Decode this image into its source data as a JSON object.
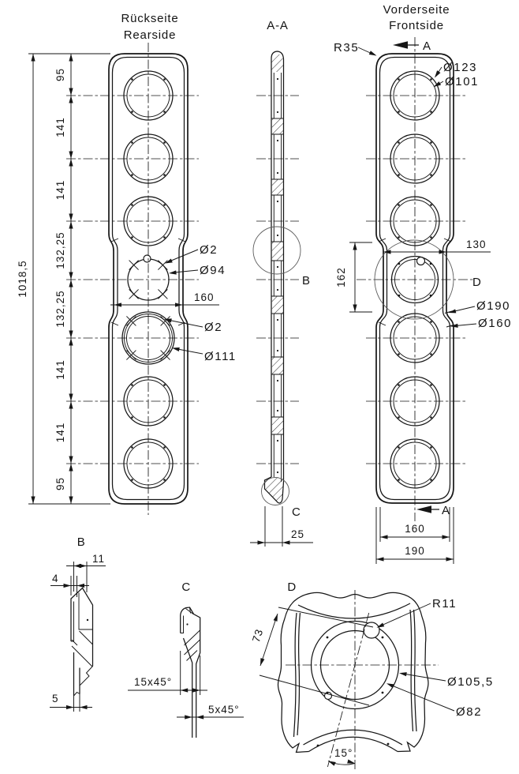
{
  "rear_view": {
    "title_de": "Rückseite",
    "title_en": "Rearside",
    "total_height": "1018,5",
    "chain": {
      "s1": "95",
      "s2": "141",
      "s3": "141",
      "s4": "132,25",
      "s5": "132,25",
      "s6": "141",
      "s7": "141",
      "s8": "95"
    },
    "width_dim": "160",
    "callout_pin_top": "Ø2",
    "callout_center_bore": "Ø94",
    "callout_pin_bottom": "Ø2",
    "callout_lower_bore": "Ø111"
  },
  "section_view": {
    "title": "A-A",
    "detail_b_marker": "B",
    "detail_c_marker": "C",
    "thickness_dim": "25"
  },
  "front_view": {
    "title_de": "Vorderseite",
    "title_en": "Frontside",
    "corner_radius": "R35",
    "section_label_top": "A",
    "section_label_bottom": "A",
    "callout_ring_outer": "Ø123",
    "callout_ring_inner": "Ø101",
    "waist_width": "130",
    "waist_height": "162",
    "detail_d_marker": "D",
    "callout_boss_outer": "Ø190",
    "callout_boss_inner": "Ø160",
    "width_inner": "160",
    "width_outer": "190"
  },
  "detail_b": {
    "title": "B",
    "dim_width": "11",
    "dim_flange": "4",
    "dim_stem": "5"
  },
  "detail_c": {
    "title": "C",
    "chamfer_large": "15x45°",
    "chamfer_small": "5x45°"
  },
  "detail_d": {
    "title": "D",
    "radius": "R11",
    "distance": "73",
    "bore_outer": "Ø105,5",
    "bore_inner": "Ø82",
    "angle": "15°"
  }
}
